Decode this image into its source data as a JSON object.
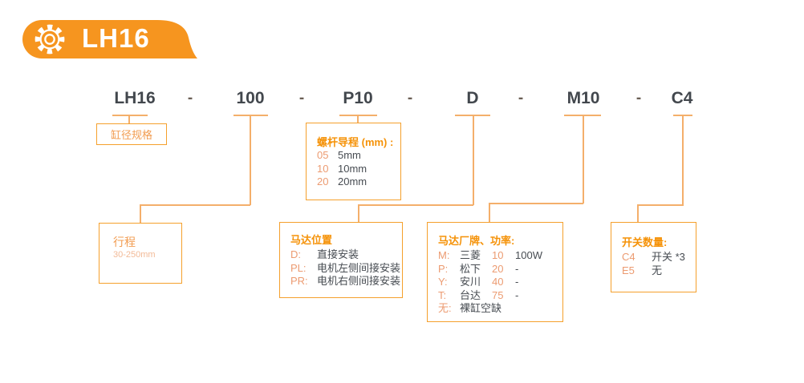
{
  "colors": {
    "accent_orange": "#F6951F",
    "box_border_orange": "#F5A02C",
    "connector_orange": "#F4AF6B",
    "header_text_orange": "#F59208",
    "code_salmon": "#EC9B71",
    "dark_text": "#474C52",
    "label_orange": "#F29C50",
    "range_salmon": "#F2BA97",
    "badge_text": "#FFFFFF"
  },
  "badge": {
    "title": "LH16",
    "icon": "gear-icon"
  },
  "model_code": {
    "segments": [
      "LH16",
      "100",
      "P10",
      "D",
      "M10",
      "C4"
    ],
    "separator": "-"
  },
  "callouts": {
    "bore": {
      "label": "缸径规格"
    },
    "stroke": {
      "title": "行程",
      "range": "30-250mm"
    },
    "screw_lead": {
      "title": "螺杆导程 (mm) :",
      "rows": [
        {
          "code": "05",
          "value": "5mm"
        },
        {
          "code": "10",
          "value": "10mm"
        },
        {
          "code": "20",
          "value": "20mm"
        }
      ]
    },
    "motor_position": {
      "title": "马达位置",
      "rows": [
        {
          "code": "D:",
          "value": "直接安装"
        },
        {
          "code": "PL:",
          "value": "电机左侧间接安装"
        },
        {
          "code": "PR:",
          "value": "电机右侧间接安装"
        }
      ]
    },
    "motor_brand_power": {
      "title": "马达厂牌、功率:",
      "rows": [
        {
          "code": "M:",
          "brand": "三菱",
          "power_code": "10",
          "power": "100W"
        },
        {
          "code": "P:",
          "brand": "松下",
          "power_code": "20",
          "power": "-"
        },
        {
          "code": "Y:",
          "brand": "安川",
          "power_code": "40",
          "power": "-"
        },
        {
          "code": "T:",
          "brand": "台达",
          "power_code": "75",
          "power": "-"
        },
        {
          "code": "无:",
          "brand": "裸缸空缺",
          "power_code": "",
          "power": ""
        }
      ]
    },
    "switch_quantity": {
      "title": "开关数量:",
      "rows": [
        {
          "code": "C4",
          "value": "开关 *3"
        },
        {
          "code": "E5",
          "value": "无"
        }
      ]
    }
  }
}
